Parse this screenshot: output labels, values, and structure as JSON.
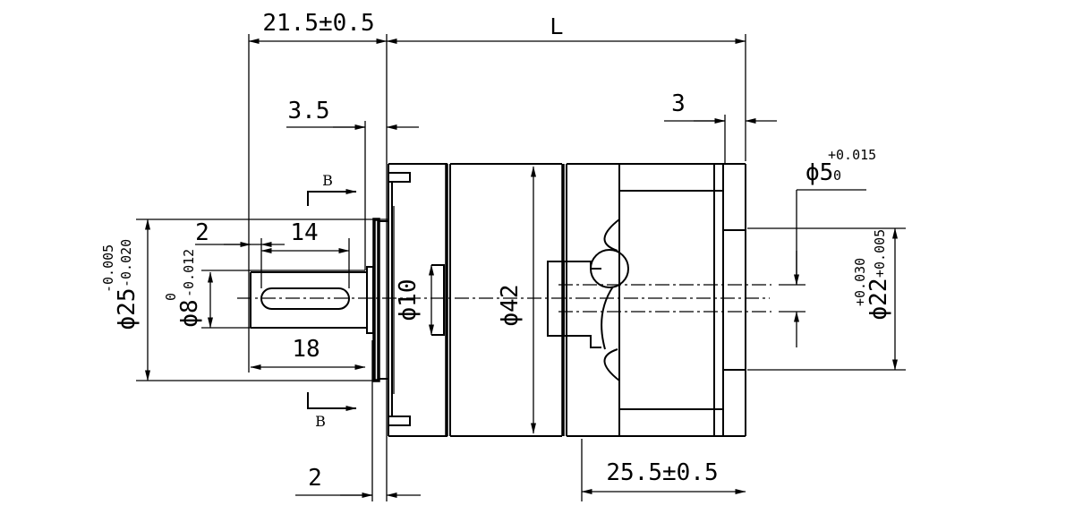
{
  "dimensions": {
    "shaft_offset": "21.5±0.5",
    "overall_length": "L",
    "flange_step": "3.5",
    "input_flange_thickness": "3",
    "input_bore_diameter": {
      "base": "ϕ5",
      "upper_tol": "+0.015",
      "lower_tol": "0"
    },
    "pilot_diameter": {
      "base": "ϕ22",
      "upper_tol": "+0.030",
      "lower_tol": "+0.005"
    },
    "shaft_diameter": {
      "base": "ϕ8",
      "upper_tol": "0",
      "lower_tol": "-0.012"
    },
    "boss_diameter": {
      "base": "ϕ25",
      "upper_tol": "-0.005",
      "lower_tol": "-0.020"
    },
    "key_offset": "2",
    "key_length": "14",
    "shaft_length": "18",
    "collar_diameter": "ϕ10",
    "body_diameter": "ϕ42",
    "body_length": "25.5±0.5",
    "bottom_step": "2"
  },
  "section": {
    "top_label": "B",
    "bottom_label": "B"
  }
}
